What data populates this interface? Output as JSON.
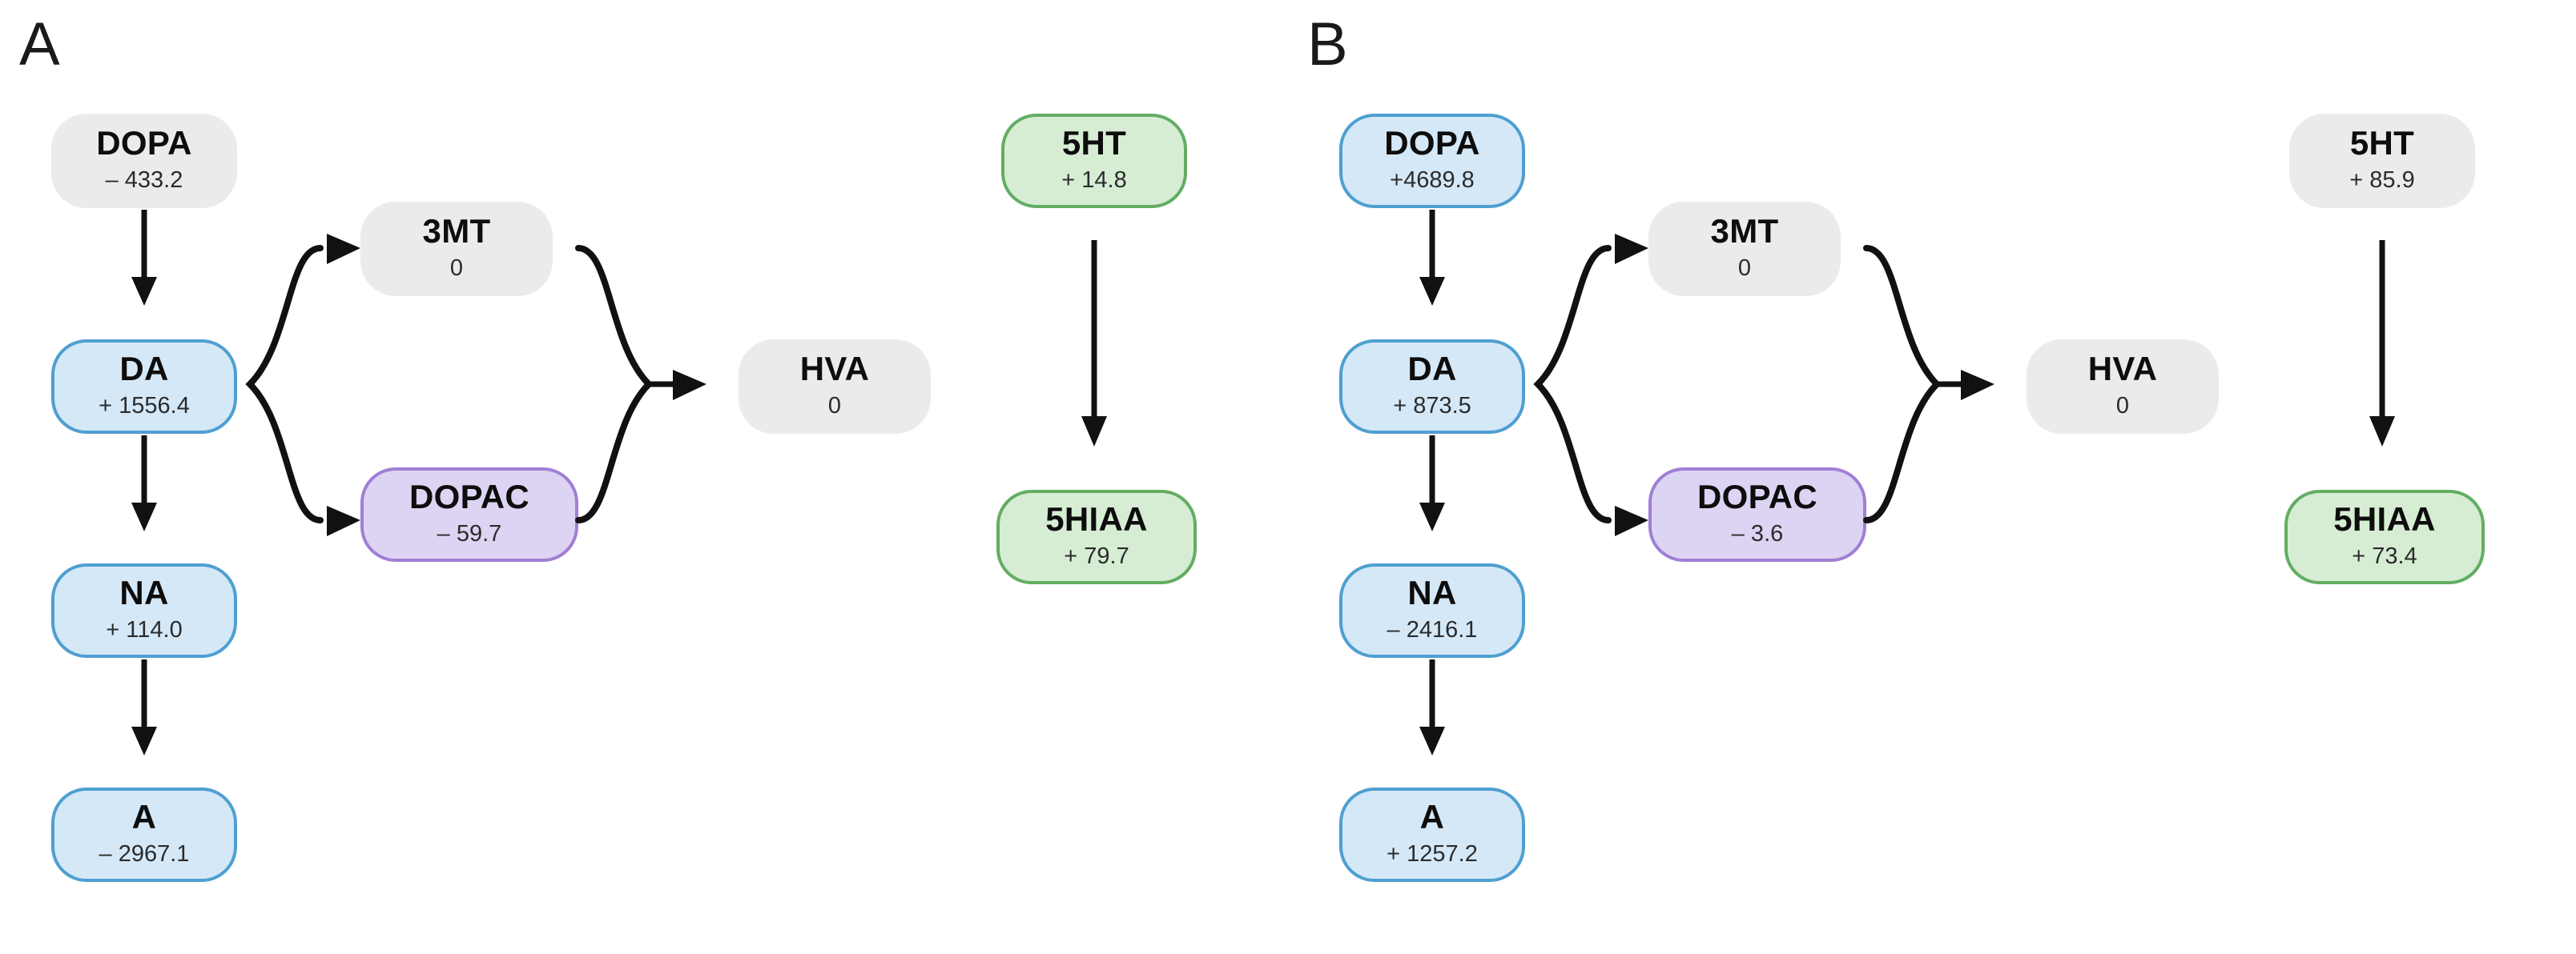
{
  "figure": {
    "type": "diagram",
    "description": "Two-panel monoamine neurotransmitter metabolic pathway diagram with per-node change values"
  },
  "palette": {
    "gray_fill": "#ebebeb",
    "blue_fill": "#d4e8f8",
    "blue_stroke": "#4f9fd0",
    "purple_fill": "#ddd4f3",
    "purple_stroke": "#a07fd4",
    "green_fill": "#d6edd4",
    "green_stroke": "#63ad63",
    "arrow": "#111111",
    "text": "#0d0d0d"
  },
  "panels": [
    {
      "id": "A",
      "label": "A",
      "nodes": {
        "dopa": {
          "label": "DOPA",
          "value": "– 433.2",
          "style": "gray"
        },
        "da": {
          "label": "DA",
          "value": "+ 1556.4",
          "style": "blue"
        },
        "na": {
          "label": "NA",
          "value": "+ 114.0",
          "style": "blue"
        },
        "a": {
          "label": "A",
          "value": "– 2967.1",
          "style": "blue"
        },
        "mt3": {
          "label": "3MT",
          "value": "0",
          "style": "gray"
        },
        "dopac": {
          "label": "DOPAC",
          "value": "– 59.7",
          "style": "purple"
        },
        "hva": {
          "label": "HVA",
          "value": "0",
          "style": "gray"
        },
        "ht5": {
          "label": "5HT",
          "value": "+ 14.8",
          "style": "green"
        },
        "hiaa5": {
          "label": "5HIAA",
          "value": "+ 79.7",
          "style": "green"
        }
      }
    },
    {
      "id": "B",
      "label": "B",
      "nodes": {
        "dopa": {
          "label": "DOPA",
          "value": "+4689.8",
          "style": "blue"
        },
        "da": {
          "label": "DA",
          "value": "+ 873.5",
          "style": "blue"
        },
        "na": {
          "label": "NA",
          "value": "– 2416.1",
          "style": "blue"
        },
        "a": {
          "label": "A",
          "value": "+ 1257.2",
          "style": "blue"
        },
        "mt3": {
          "label": "3MT",
          "value": "0",
          "style": "gray"
        },
        "dopac": {
          "label": "DOPAC",
          "value": "– 3.6",
          "style": "purple"
        },
        "hva": {
          "label": "HVA",
          "value": "0",
          "style": "gray"
        },
        "ht5": {
          "label": "5HT",
          "value": "+ 85.9",
          "style": "gray"
        },
        "hiaa5": {
          "label": "5HIAA",
          "value": "+ 73.4",
          "style": "green"
        }
      }
    }
  ],
  "edges": [
    {
      "from": "DOPA",
      "to": "DA",
      "kind": "arrow"
    },
    {
      "from": "DA",
      "to": "NA",
      "kind": "arrow"
    },
    {
      "from": "NA",
      "to": "A",
      "kind": "arrow"
    },
    {
      "from": "DA",
      "to": "3MT",
      "kind": "brace-split"
    },
    {
      "from": "DA",
      "to": "DOPAC",
      "kind": "brace-split"
    },
    {
      "from": "3MT",
      "to": "HVA",
      "kind": "brace-merge"
    },
    {
      "from": "DOPAC",
      "to": "HVA",
      "kind": "brace-merge"
    },
    {
      "from": "5HT",
      "to": "5HIAA",
      "kind": "arrow"
    }
  ]
}
